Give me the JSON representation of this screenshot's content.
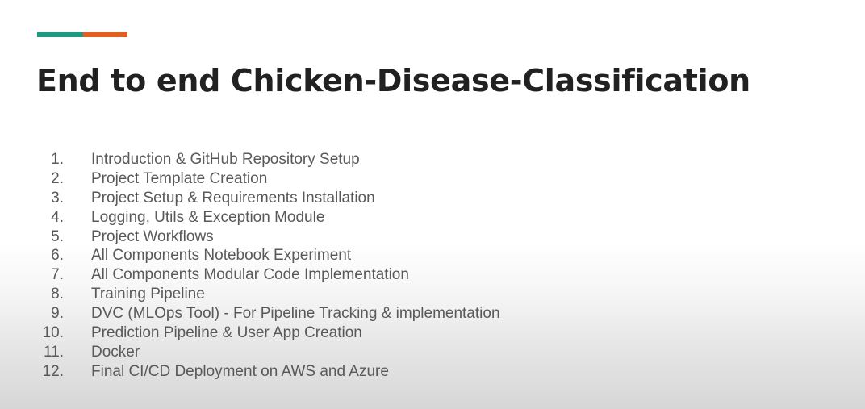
{
  "colors": {
    "accent_teal": "#1c9a84",
    "accent_orange": "#e35d1e"
  },
  "slide": {
    "title": "End to end Chicken-Disease-Classification",
    "agenda": [
      {
        "num": "1.",
        "text": "Introduction & GitHub Repository Setup"
      },
      {
        "num": "2.",
        "text": "Project Template Creation"
      },
      {
        "num": "3.",
        "text": "Project Setup & Requirements Installation"
      },
      {
        "num": "4.",
        "text": "Logging, Utils & Exception Module"
      },
      {
        "num": "5.",
        "text": "Project Workflows"
      },
      {
        "num": "6.",
        "text": "All Components Notebook Experiment"
      },
      {
        "num": "7.",
        "text": "All Components Modular Code Implementation"
      },
      {
        "num": "8.",
        "text": "Training Pipeline"
      },
      {
        "num": "9.",
        "text": "DVC (MLOps Tool) - For Pipeline Tracking & implementation"
      },
      {
        "num": "10.",
        "text": "Prediction Pipeline & User App Creation"
      },
      {
        "num": "11.",
        "text": "Docker"
      },
      {
        "num": "12.",
        "text": "Final CI/CD Deployment on AWS and Azure"
      }
    ]
  }
}
